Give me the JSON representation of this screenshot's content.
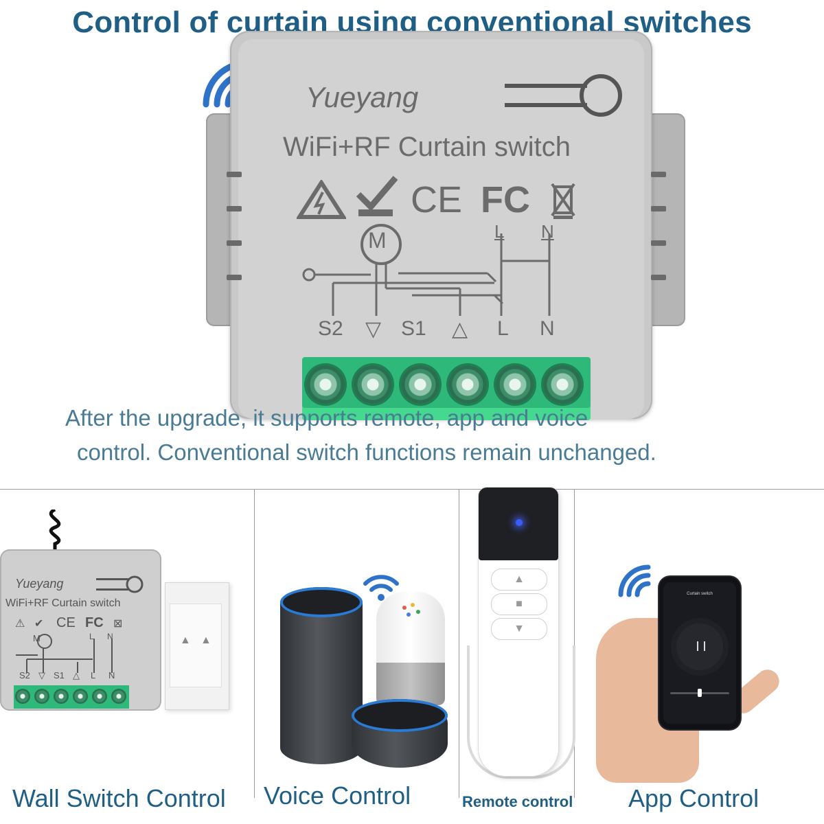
{
  "headline": "Control of curtain using conventional switches",
  "module": {
    "brand": "Yueyang",
    "model": "WiFi+RF Curtain switch",
    "marks": [
      "CE",
      "FC"
    ],
    "motor_label": "M",
    "top_terminals": [
      "L",
      "N"
    ],
    "terminals": [
      "S2",
      "▽",
      "S1",
      "△",
      "L",
      "N"
    ]
  },
  "description": {
    "line1": "After the upgrade, it supports remote, app and voice",
    "line2": "control.  Conventional switch functions remain unchanged."
  },
  "panels": {
    "wall_switch": {
      "caption": "Wall Switch Control",
      "brand": "Yueyang",
      "model": "WiFi+RF Curtain switch",
      "marks": [
        "CE",
        "FC"
      ],
      "motor_label": "M",
      "top_terminals": [
        "L",
        "N"
      ],
      "terminals": [
        "S2",
        "▽",
        "S1",
        "△",
        "L",
        "N"
      ]
    },
    "voice": {
      "caption": "Voice Control"
    },
    "remote": {
      "caption": "Remote control",
      "buttons": [
        "▲",
        "■",
        "▼"
      ]
    },
    "app": {
      "caption": "App Control",
      "screen_title": "Curtain switch"
    }
  },
  "colors": {
    "heading": "#1f5f86",
    "paragraph": "#4a7b95",
    "wifi": "#2f73c8",
    "terminal_green": "#2eb87a"
  },
  "icons": [
    "wifi-icon",
    "warning-icon",
    "rohs-check-icon",
    "weee-bin-icon",
    "motor-icon",
    "pause-icon"
  ]
}
